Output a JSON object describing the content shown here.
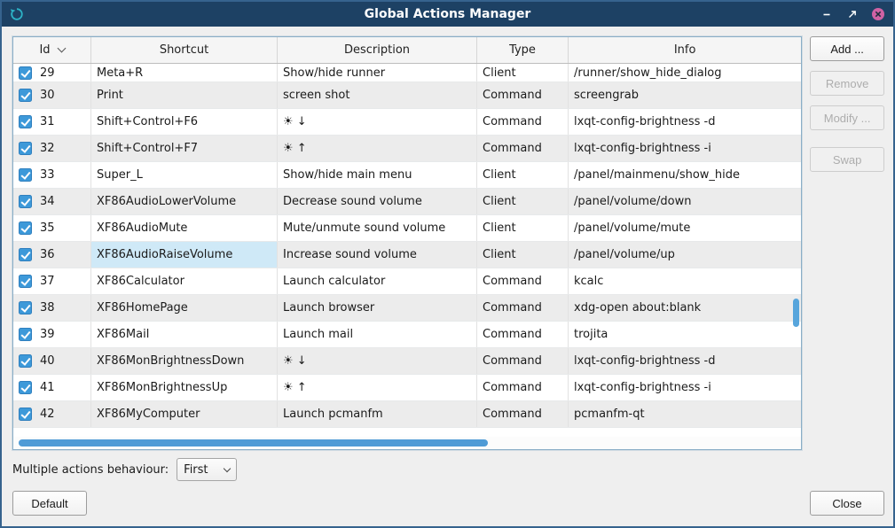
{
  "window": {
    "title": "Global Actions Manager",
    "icon": "circular-arrow-icon"
  },
  "table": {
    "columns": [
      {
        "label": "Id",
        "sort_indicator": "chevron-down"
      },
      {
        "label": "Shortcut"
      },
      {
        "label": "Description"
      },
      {
        "label": "Type"
      },
      {
        "label": "Info"
      }
    ],
    "rows": [
      {
        "id": "29",
        "checked": true,
        "partial": true,
        "shortcut": "Meta+R",
        "description": "Show/hide runner",
        "type": "Client",
        "info": "/runner/show_hide_dialog"
      },
      {
        "id": "30",
        "checked": true,
        "shortcut": "Print",
        "description": "screen shot",
        "type": "Command",
        "info": "screengrab"
      },
      {
        "id": "31",
        "checked": true,
        "shortcut": "Shift+Control+F6",
        "description": "☀ ↓",
        "type": "Command",
        "info": "lxqt-config-brightness -d"
      },
      {
        "id": "32",
        "checked": true,
        "shortcut": "Shift+Control+F7",
        "description": "☀ ↑",
        "type": "Command",
        "info": "lxqt-config-brightness -i"
      },
      {
        "id": "33",
        "checked": true,
        "shortcut": "Super_L",
        "description": "Show/hide main menu",
        "type": "Client",
        "info": "/panel/mainmenu/show_hide"
      },
      {
        "id": "34",
        "checked": true,
        "shortcut": "XF86AudioLowerVolume",
        "description": "Decrease sound volume",
        "type": "Client",
        "info": "/panel/volume/down"
      },
      {
        "id": "35",
        "checked": true,
        "shortcut": "XF86AudioMute",
        "description": "Mute/unmute sound volume",
        "type": "Client",
        "info": "/panel/volume/mute"
      },
      {
        "id": "36",
        "checked": true,
        "selected": true,
        "shortcut": "XF86AudioRaiseVolume",
        "description": "Increase sound volume",
        "type": "Client",
        "info": "/panel/volume/up"
      },
      {
        "id": "37",
        "checked": true,
        "shortcut": "XF86Calculator",
        "description": "Launch calculator",
        "type": "Command",
        "info": "kcalc"
      },
      {
        "id": "38",
        "checked": true,
        "shortcut": "XF86HomePage",
        "description": "Launch browser",
        "type": "Command",
        "info": "xdg-open about:blank"
      },
      {
        "id": "39",
        "checked": true,
        "shortcut": "XF86Mail",
        "description": "Launch mail",
        "type": "Command",
        "info": "trojita"
      },
      {
        "id": "40",
        "checked": true,
        "shortcut": "XF86MonBrightnessDown",
        "description": "☀ ↓",
        "type": "Command",
        "info": "lxqt-config-brightness -d"
      },
      {
        "id": "41",
        "checked": true,
        "shortcut": "XF86MonBrightnessUp",
        "description": "☀ ↑",
        "type": "Command",
        "info": "lxqt-config-brightness -i"
      },
      {
        "id": "42",
        "checked": true,
        "shortcut": "XF86MyComputer",
        "description": "Launch pcmanfm",
        "type": "Command",
        "info": "pcmanfm-qt"
      }
    ]
  },
  "side_buttons": {
    "add": "Add ...",
    "remove": "Remove",
    "modify": "Modify ...",
    "swap": "Swap"
  },
  "footer": {
    "behaviour_label": "Multiple actions behaviour:",
    "behaviour_value": "First",
    "default_label": "Default",
    "close_label": "Close"
  },
  "colors": {
    "titlebar": "#1d4164",
    "accent_scrollbar": "#4f9bd6",
    "checkbox_blue": "#3d99d9",
    "selection": "#cfe9f7",
    "close_button_circle": "#cf62a4"
  }
}
